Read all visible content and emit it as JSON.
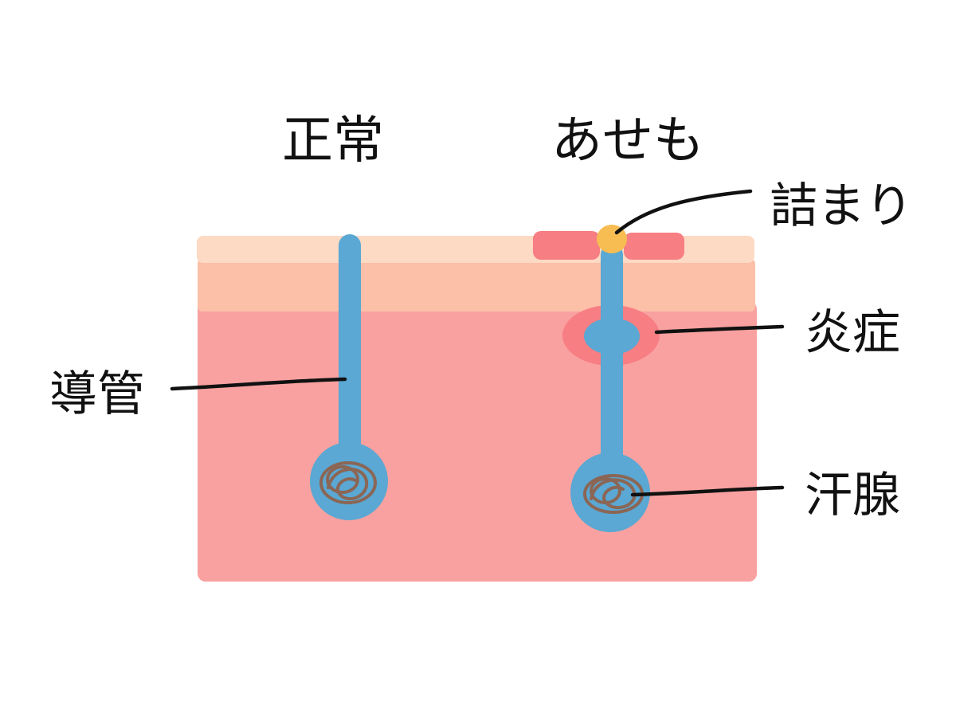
{
  "columns": {
    "normal": "正常",
    "miliaria": "あせも"
  },
  "labels": {
    "duct": "導管",
    "blockage": "詰まり",
    "inflammation": "炎症",
    "sweat_gland": "汗腺"
  },
  "colors": {
    "background": "#ffffff",
    "stratum_corneum": "#fddac4",
    "epidermis": "#fcbfa8",
    "dermis": "#f9a1a0",
    "duct": "#5aa8d3",
    "blockage": "#f7bd53",
    "inflammation": "#f77e83",
    "coil": "#8b6655",
    "leader_line": "#111111"
  }
}
